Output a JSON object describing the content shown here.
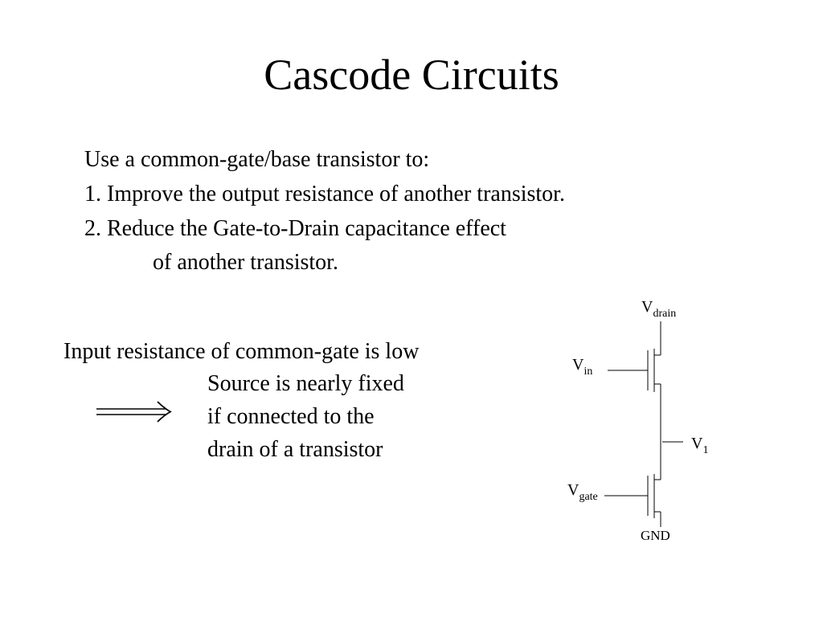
{
  "slide": {
    "title": "Cascode Circuits",
    "intro": "Use a common-gate/base transistor to:",
    "points": [
      "1. Improve the output resistance of another transistor.",
      "2. Reduce the Gate-to-Drain capacitance effect",
      "of another transistor."
    ],
    "note": {
      "heading": "Input resistance of common-gate is low",
      "lines": [
        "Source is nearly fixed",
        "if connected to the",
        "drain of a transistor"
      ],
      "arrow_icon": "double-arrow-right-icon"
    }
  },
  "circuit": {
    "vdrain": {
      "main": "V",
      "sub": "drain"
    },
    "vin": {
      "main": "V",
      "sub": "in"
    },
    "v1": {
      "main": "V",
      "sub": "1"
    },
    "vgate": {
      "main": "V",
      "sub": "gate"
    },
    "gnd": "GND"
  }
}
